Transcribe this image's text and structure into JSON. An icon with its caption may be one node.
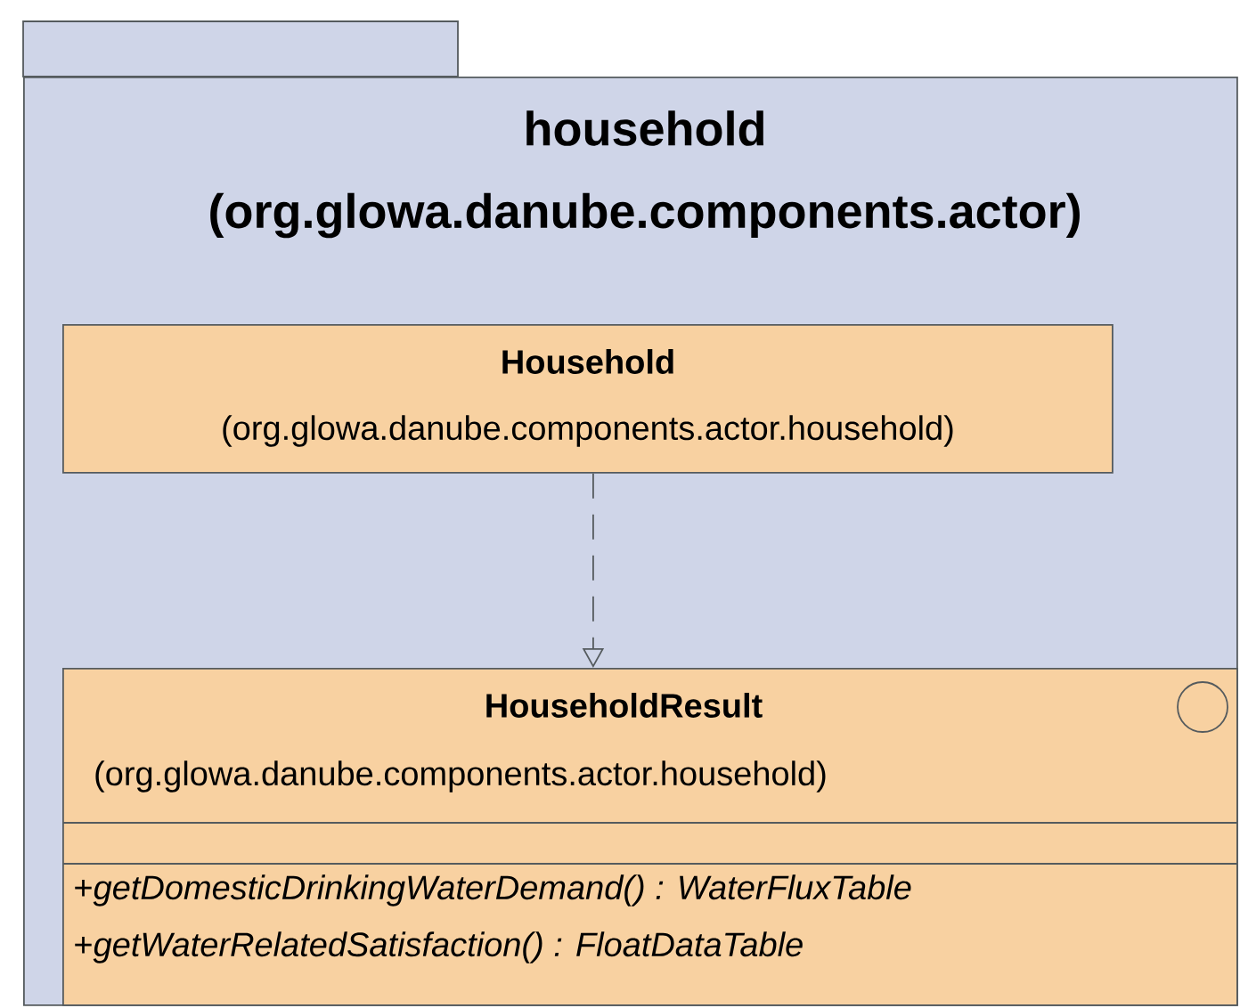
{
  "diagram": {
    "nodes": [
      {
        "text": [
          "household",
          "(org.glowa.danube.components.actor)"
        ]
      },
      {
        "text": [
          "Household",
          "(org.glowa.danube.components.actor.household)"
        ],
        "in": 0
      },
      {
        "text": [
          "HouseholdResult",
          "(org.glowa.danube.components.actor.household)",
          "+*getDomesticDrinkingWaterDemand() : WaterFluxTable*",
          "+*getWaterRelatedSatisfaction() : FloatDataTable*"
        ],
        "in": 0
      }
    ],
    "edges": [
      {
        "from": 1,
        "to": 2,
        "arrow": "to",
        "style": "dashed"
      }
    ]
  }
}
